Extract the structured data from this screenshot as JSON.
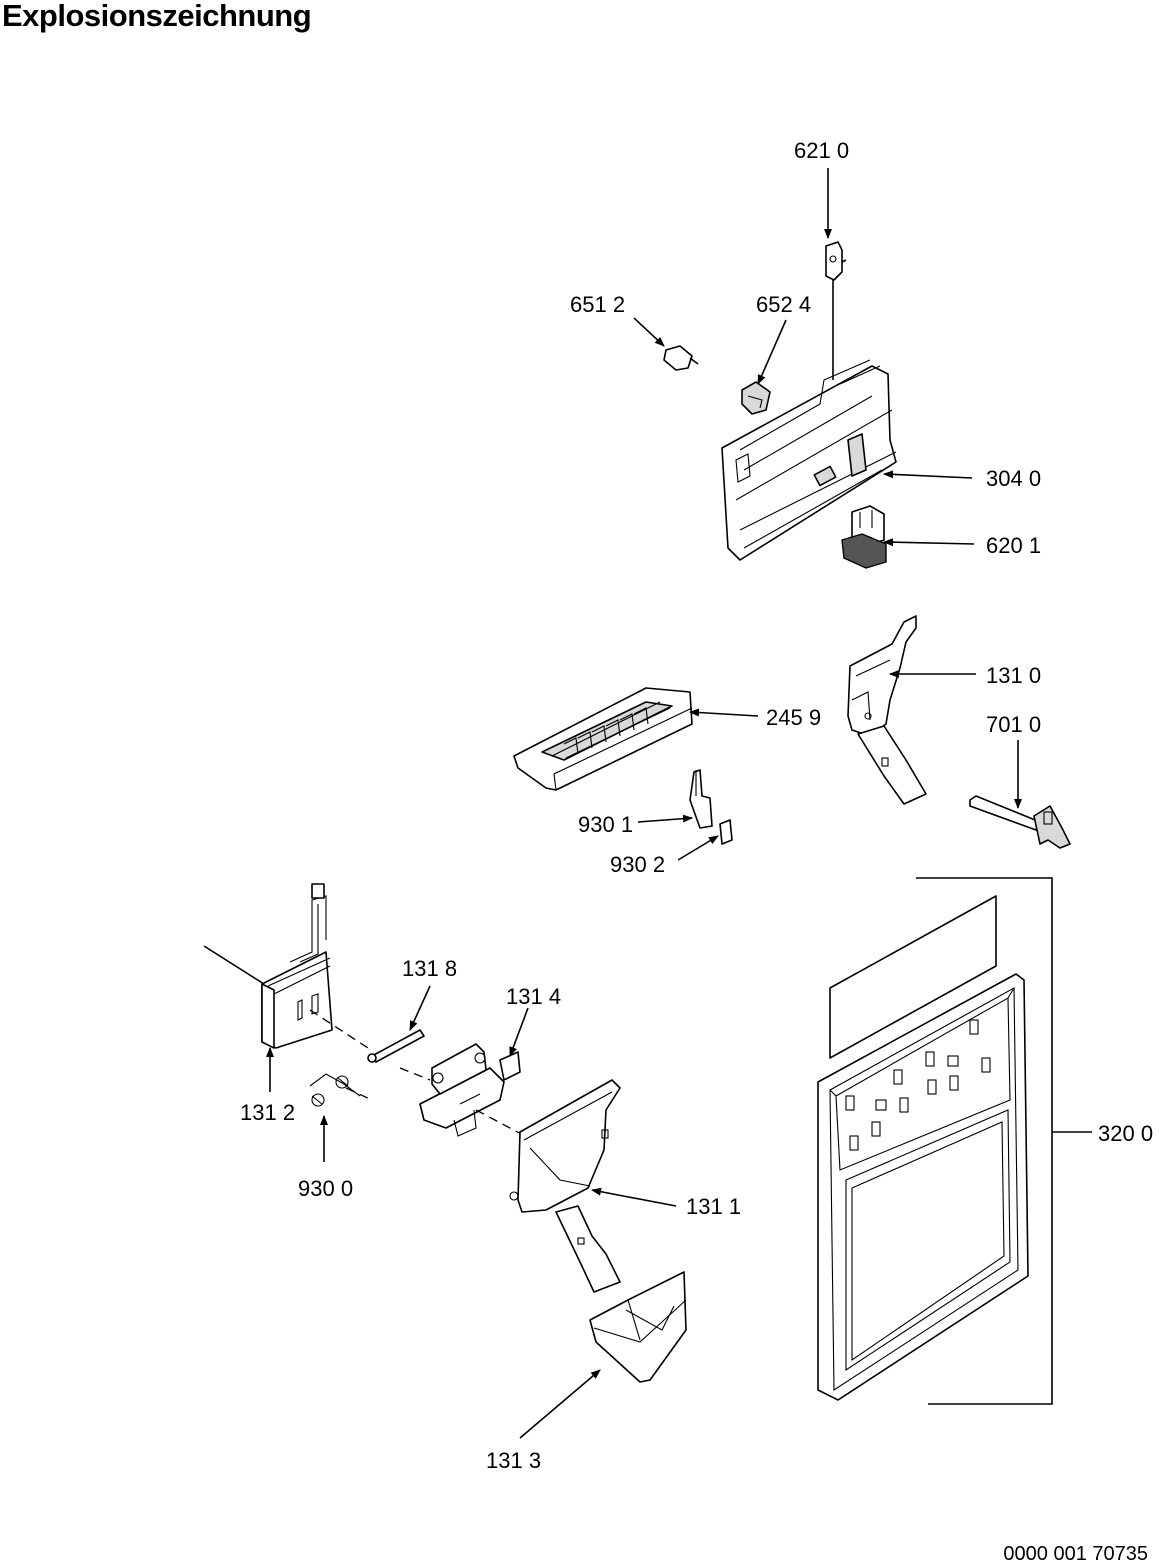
{
  "title": "Explosionszeichnung",
  "document_number": "0000 001 70735",
  "part_labels": [
    {
      "id": "p6210",
      "text": "621 0"
    },
    {
      "id": "p6512",
      "text": "651 2"
    },
    {
      "id": "p6524",
      "text": "652 4"
    },
    {
      "id": "p3040",
      "text": "304 0"
    },
    {
      "id": "p6201",
      "text": "620 1"
    },
    {
      "id": "p1310",
      "text": "131 0"
    },
    {
      "id": "p2459",
      "text": "245 9"
    },
    {
      "id": "p7010",
      "text": "701 0"
    },
    {
      "id": "p9301",
      "text": "930 1"
    },
    {
      "id": "p9302",
      "text": "930 2"
    },
    {
      "id": "p1318",
      "text": "131 8"
    },
    {
      "id": "p1314",
      "text": "131 4"
    },
    {
      "id": "p1312",
      "text": "131 2"
    },
    {
      "id": "p9300",
      "text": "930 0"
    },
    {
      "id": "p1311",
      "text": "131 1"
    },
    {
      "id": "p3200",
      "text": "320 0"
    },
    {
      "id": "p1313",
      "text": "131 3"
    }
  ],
  "icons": [
    "arrowhead-marker"
  ]
}
